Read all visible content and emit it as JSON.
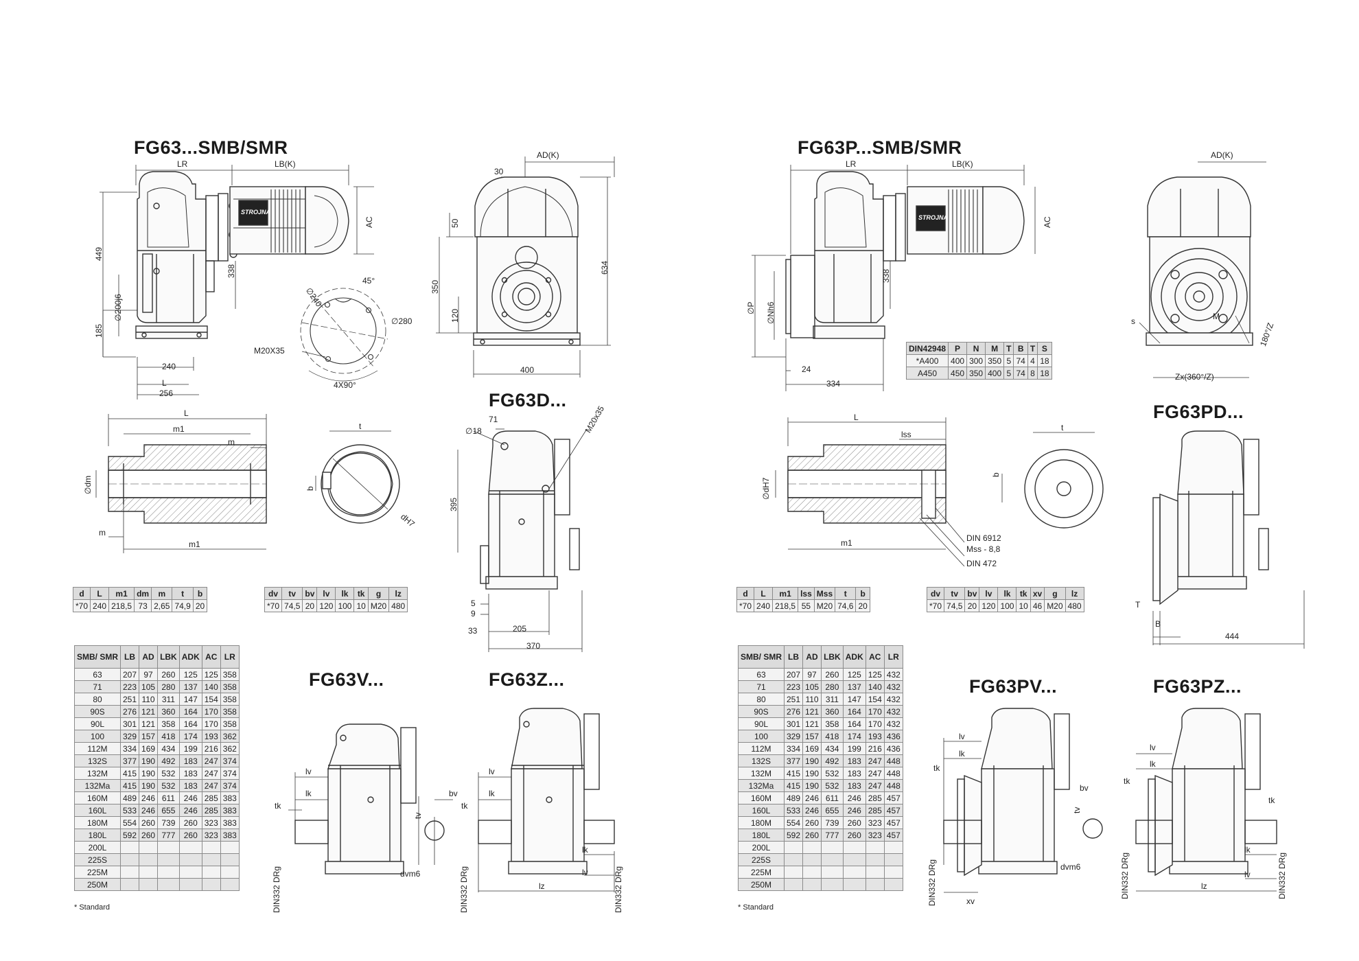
{
  "left": {
    "titles": {
      "main": "FG63...SMB/SMR",
      "d": "FG63D...",
      "v": "FG63V...",
      "z": "FG63Z..."
    },
    "dims": {
      "LR": "LR",
      "LBK": "LB(K)",
      "AD": "AD(K)",
      "AC": "AC",
      "d30": "30",
      "d449": "449",
      "d338": "338",
      "d200": "∅200j6",
      "d185": "185",
      "d240": "240",
      "L": "L",
      "d256": "256",
      "d240b": "∅240",
      "d45": "45°",
      "d280": "∅280",
      "m20x35": "M20X35",
      "d4x90": "4X90°",
      "d50": "50",
      "d350": "350",
      "d120": "120",
      "d634": "634",
      "d400": "400",
      "hL": "L",
      "hm1": "m1",
      "hm": "m",
      "hdm": "∅dm",
      "hm2": "m",
      "hm1b": "m1",
      "kt": "t",
      "kb": "b",
      "kdh": "dH7",
      "d18": "∅18",
      "d71": "71",
      "m20x35b": "M20x35",
      "d395": "395",
      "d5": "5",
      "d9": "9",
      "d33": "33",
      "d205": "205",
      "d370": "370",
      "vlv": "lv",
      "vlk": "lk",
      "vtk": "tk",
      "vdin": "DIN332 DRg",
      "vbv": "bv",
      "vtv": "tv",
      "vdvm": "dvm6",
      "zlv": "lv",
      "zlk": "lk",
      "ztk": "tk",
      "zdin": "DIN332 DRg",
      "zdin2": "DIN332 DRg",
      "zlk2": "lk",
      "zlv2": "lv",
      "zlz": "lz"
    },
    "table_d": {
      "headers": [
        "d",
        "L",
        "m1",
        "dm",
        "m",
        "t",
        "b"
      ],
      "rows": [
        [
          "*70",
          "240",
          "218,5",
          "73",
          "2,65",
          "74,9",
          "20"
        ]
      ]
    },
    "table_dv": {
      "headers": [
        "dv",
        "tv",
        "bv",
        "lv",
        "lk",
        "tk",
        "g",
        "lz"
      ],
      "rows": [
        [
          "*70",
          "74,5",
          "20",
          "120",
          "100",
          "10",
          "M20",
          "480"
        ]
      ]
    },
    "table_motor": {
      "headers": [
        "SMB/ SMR",
        "LB",
        "AD",
        "LBK",
        "ADK",
        "AC",
        "LR"
      ],
      "rows": [
        [
          "63",
          "207",
          "97",
          "260",
          "125",
          "125",
          "358"
        ],
        [
          "71",
          "223",
          "105",
          "280",
          "137",
          "140",
          "358"
        ],
        [
          "80",
          "251",
          "110",
          "311",
          "147",
          "154",
          "358"
        ],
        [
          "90S",
          "276",
          "121",
          "360",
          "164",
          "170",
          "358"
        ],
        [
          "90L",
          "301",
          "121",
          "358",
          "164",
          "170",
          "358"
        ],
        [
          "100",
          "329",
          "157",
          "418",
          "174",
          "193",
          "362"
        ],
        [
          "112M",
          "334",
          "169",
          "434",
          "199",
          "216",
          "362"
        ],
        [
          "132S",
          "377",
          "190",
          "492",
          "183",
          "247",
          "374"
        ],
        [
          "132M",
          "415",
          "190",
          "532",
          "183",
          "247",
          "374"
        ],
        [
          "132Ma",
          "415",
          "190",
          "532",
          "183",
          "247",
          "374"
        ],
        [
          "160M",
          "489",
          "246",
          "611",
          "246",
          "285",
          "383"
        ],
        [
          "160L",
          "533",
          "246",
          "655",
          "246",
          "285",
          "383"
        ],
        [
          "180M",
          "554",
          "260",
          "739",
          "260",
          "323",
          "383"
        ],
        [
          "180L",
          "592",
          "260",
          "777",
          "260",
          "323",
          "383"
        ],
        [
          "200L",
          "",
          "",
          "",
          "",
          "",
          ""
        ],
        [
          "225S",
          "",
          "",
          "",
          "",
          "",
          ""
        ],
        [
          "225M",
          "",
          "",
          "",
          "",
          "",
          ""
        ],
        [
          "250M",
          "",
          "",
          "",
          "",
          "",
          ""
        ]
      ]
    },
    "note": "* Standard"
  },
  "right": {
    "titles": {
      "main": "FG63P...SMB/SMR",
      "pd": "FG63PD...",
      "pv": "FG63PV...",
      "pz": "FG63PZ..."
    },
    "dims": {
      "LR": "LR",
      "LBK": "LB(K)",
      "AD": "AD(K)",
      "AC": "AC",
      "d338": "338",
      "dP": "∅P",
      "dN": "∅Nh6",
      "d24": "24",
      "d334": "334",
      "s": "s",
      "M": "M",
      "d180": "180°/Z",
      "zx": "Zx(360°/Z)",
      "hL": "L",
      "lss": "lss",
      "hdh": "∅dH7",
      "hm1": "m1",
      "din6912": "DIN 6912",
      "mss": "Mss - 8,8",
      "din472": "DIN 472",
      "kt": "t",
      "kb": "b",
      "pT": "T",
      "pB": "B",
      "d444": "444",
      "pvlv": "lv",
      "pvlk": "lk",
      "pvtk": "tk",
      "pvdin": "DIN332 DRg",
      "pvxv": "xv",
      "pvbv": "bv",
      "pvtv": "tv",
      "pvdvm": "dvm6",
      "pzlv": "lv",
      "pzlk": "lk",
      "pztk": "tk",
      "pztk2": "tk",
      "pzdin": "DIN332 DRg",
      "pzdin2": "DIN332 DRg",
      "pzlk2": "lk",
      "pzlv2": "lv",
      "pzlz": "lz"
    },
    "table_flange": {
      "headers": [
        "DIN42948",
        "P",
        "N",
        "M",
        "T",
        "B",
        "T",
        "S"
      ],
      "rows": [
        [
          "*A400",
          "400",
          "300",
          "350",
          "5",
          "74",
          "4",
          "18"
        ],
        [
          "A450",
          "450",
          "350",
          "400",
          "5",
          "74",
          "8",
          "18"
        ]
      ]
    },
    "table_d": {
      "headers": [
        "d",
        "L",
        "m1",
        "lss",
        "Mss",
        "t",
        "b"
      ],
      "rows": [
        [
          "*70",
          "240",
          "218,5",
          "55",
          "M20",
          "74,6",
          "20"
        ]
      ]
    },
    "table_dv": {
      "headers": [
        "dv",
        "tv",
        "bv",
        "lv",
        "lk",
        "tk",
        "xv",
        "g",
        "lz"
      ],
      "rows": [
        [
          "*70",
          "74,5",
          "20",
          "120",
          "100",
          "10",
          "46",
          "M20",
          "480"
        ]
      ]
    },
    "table_motor": {
      "headers": [
        "SMB/ SMR",
        "LB",
        "AD",
        "LBK",
        "ADK",
        "AC",
        "LR"
      ],
      "rows": [
        [
          "63",
          "207",
          "97",
          "260",
          "125",
          "125",
          "432"
        ],
        [
          "71",
          "223",
          "105",
          "280",
          "137",
          "140",
          "432"
        ],
        [
          "80",
          "251",
          "110",
          "311",
          "147",
          "154",
          "432"
        ],
        [
          "90S",
          "276",
          "121",
          "360",
          "164",
          "170",
          "432"
        ],
        [
          "90L",
          "301",
          "121",
          "358",
          "164",
          "170",
          "432"
        ],
        [
          "100",
          "329",
          "157",
          "418",
          "174",
          "193",
          "436"
        ],
        [
          "112M",
          "334",
          "169",
          "434",
          "199",
          "216",
          "436"
        ],
        [
          "132S",
          "377",
          "190",
          "492",
          "183",
          "247",
          "448"
        ],
        [
          "132M",
          "415",
          "190",
          "532",
          "183",
          "247",
          "448"
        ],
        [
          "132Ma",
          "415",
          "190",
          "532",
          "183",
          "247",
          "448"
        ],
        [
          "160M",
          "489",
          "246",
          "611",
          "246",
          "285",
          "457"
        ],
        [
          "160L",
          "533",
          "246",
          "655",
          "246",
          "285",
          "457"
        ],
        [
          "180M",
          "554",
          "260",
          "739",
          "260",
          "323",
          "457"
        ],
        [
          "180L",
          "592",
          "260",
          "777",
          "260",
          "323",
          "457"
        ],
        [
          "200L",
          "",
          "",
          "",
          "",
          "",
          ""
        ],
        [
          "225S",
          "",
          "",
          "",
          "",
          "",
          ""
        ],
        [
          "225M",
          "",
          "",
          "",
          "",
          "",
          ""
        ],
        [
          "250M",
          "",
          "",
          "",
          "",
          "",
          ""
        ]
      ]
    },
    "note": "* Standard"
  },
  "brand": "STROJNA"
}
